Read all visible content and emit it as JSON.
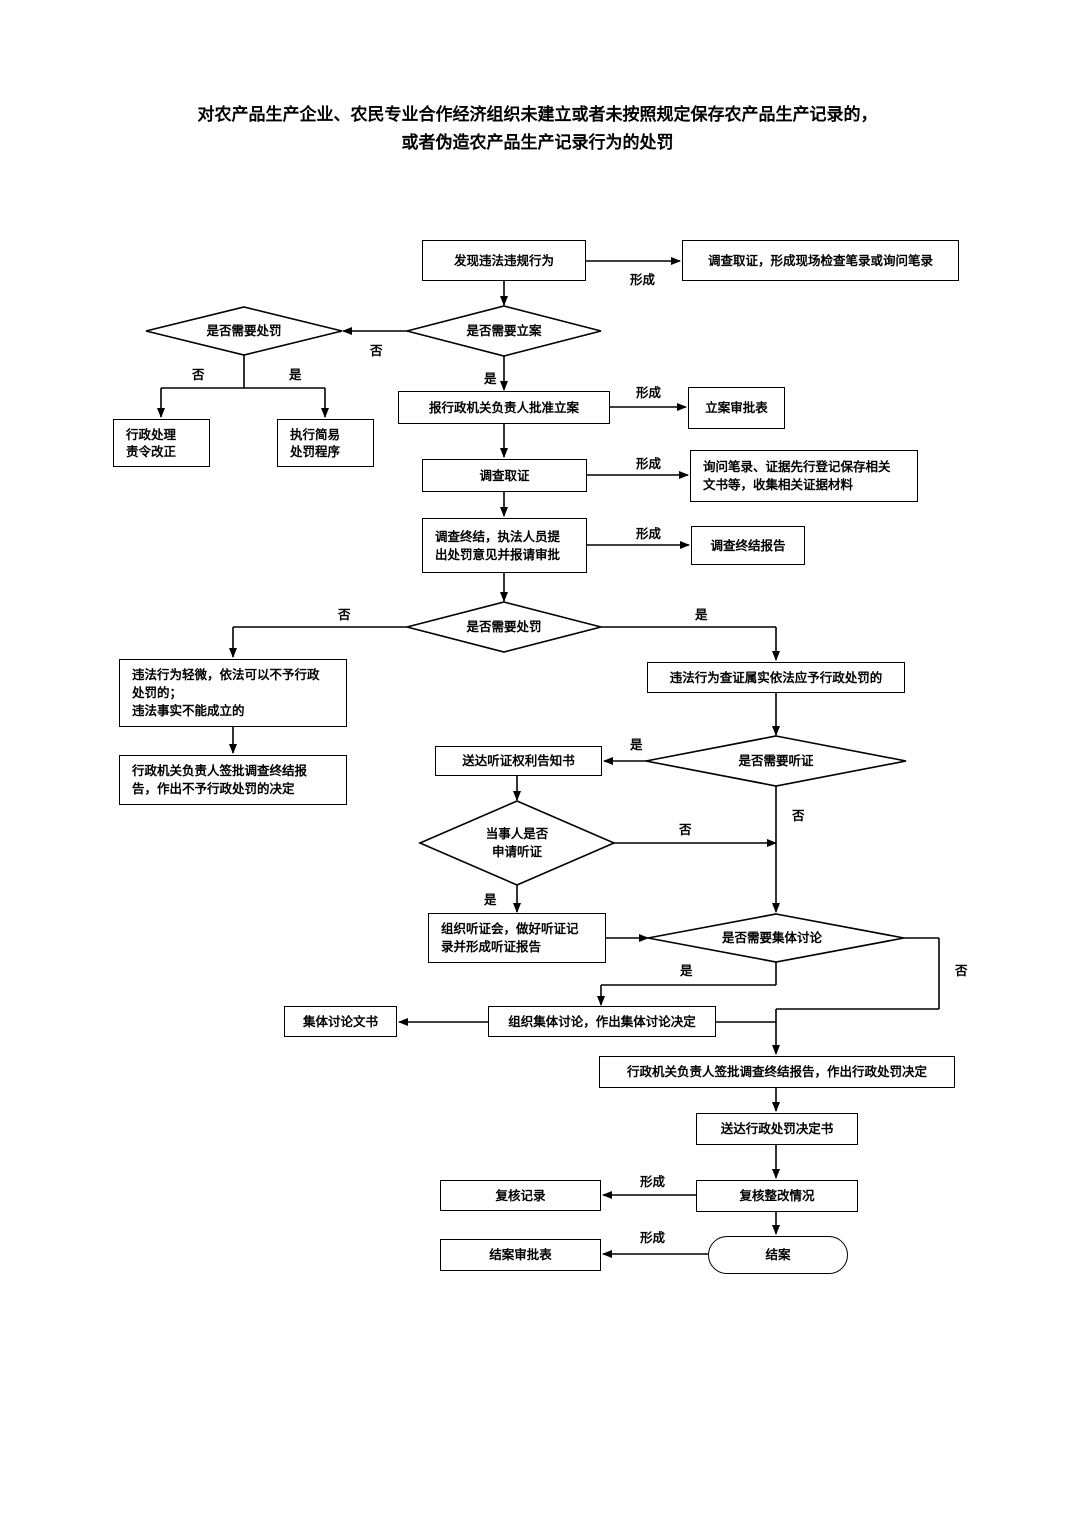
{
  "title": {
    "line1": "对农产品生产企业、农民专业合作经济组织未建立或者未按照规定保存农产品生产记录的，",
    "line2": "或者伪造农产品生产记录行为的处罚"
  },
  "nodes": {
    "discover": "发现违法违规行为",
    "onsite": "调查取证，形成现场检查笔录或询问笔录",
    "need_case": "是否需要立案",
    "need_penalty_simple": "是否需要处罚",
    "admin_handle_1": "行政处理",
    "admin_handle_2": "责令改正",
    "simple_proc_1": "执行简易",
    "simple_proc_2": "处罚程序",
    "report_case": "报行政机关负责人批准立案",
    "case_form": "立案审批表",
    "investigate": "调查取证",
    "evidence_1": "询问笔录、证据先行登记保存相关",
    "evidence_2": "文书等，收集相关证据材料",
    "invest_end_1": "调查终结，执法人员提",
    "invest_end_2": "出处罚意见并报请审批",
    "invest_report": "调查终结报告",
    "need_penalty": "是否需要处罚",
    "minor_1": "违法行为轻微，依法可以不予行政",
    "minor_2": "处罚的；",
    "minor_3": "违法事实不能成立的",
    "no_penalty_1": "行政机关负责人签批调查终结报",
    "no_penalty_2": "告，作出不予行政处罚的决定",
    "confirmed": "违法行为查证属实依法应予行政处罚的",
    "need_hearing": "是否需要听证",
    "notify_hearing": "送达听证权利告知书",
    "party_apply_1": "当事人是否",
    "party_apply_2": "申请听证",
    "hold_hearing_1": "组织听证会，做好听证记",
    "hold_hearing_2": "录并形成听证报告",
    "need_collective": "是否需要集体讨论",
    "collective_doc": "集体讨论文书",
    "collective": "组织集体讨论，作出集体讨论决定",
    "decide": "行政机关负责人签批调查终结报告，作出行政处罚决定",
    "deliver": "送达行政处罚决定书",
    "review_record": "复核记录",
    "review": "复核整改情况",
    "close_form": "结案审批表",
    "close": "结案"
  },
  "edge_labels": {
    "form_1": "形成",
    "no_1": "否",
    "no_2": "否",
    "yes_1": "是",
    "yes_2": "是",
    "form_2": "形成",
    "form_3": "形成",
    "form_4": "形成",
    "no_3": "否",
    "yes_3": "是",
    "yes_4": "是",
    "no_4": "否",
    "no_5": "否",
    "yes_5": "是",
    "yes_6": "是",
    "no_6": "否",
    "form_5": "形成",
    "form_6": "形成"
  }
}
